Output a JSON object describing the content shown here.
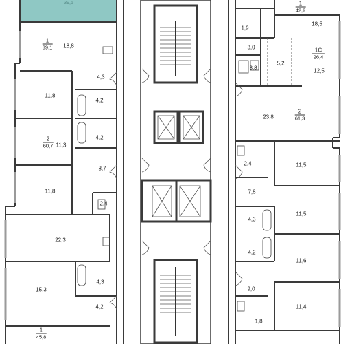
{
  "colors": {
    "wall": "#3a3a3a",
    "highlight": "#8fc8c4",
    "fixture": "#444444",
    "window": "#9a9a9a"
  },
  "apartments": [
    {
      "id": "a1",
      "rooms": "1",
      "area": "39,1"
    },
    {
      "id": "a2",
      "rooms": "2",
      "area": "60,7"
    },
    {
      "id": "a3",
      "rooms": "1",
      "area": "45,8"
    },
    {
      "id": "a4",
      "rooms": "1",
      "area": "42,9"
    },
    {
      "id": "a5",
      "rooms": "1С",
      "area": "26,4"
    },
    {
      "id": "a6",
      "rooms": "2",
      "area": "61,3"
    }
  ],
  "highlighted_area": "39,6",
  "rooms": {
    "r1": "18,8",
    "r2": "4,3",
    "r3": "11,8",
    "r4": "4,2",
    "r5": "11,3",
    "r6": "4,2",
    "r7": "8,7",
    "r8": "11,8",
    "r9": "2,4",
    "r10": "22,3",
    "r11": "15,3",
    "r12": "4,3",
    "r13": "4,2",
    "r14": "18,5",
    "r15": "1,9",
    "r16": "3,0",
    "r17": "3,8",
    "r18": "5,2",
    "r19": "12,5",
    "r20": "23,8",
    "r21": "2,4",
    "r22": "11,5",
    "r23": "7,8",
    "r24": "11,5",
    "r25": "4,3",
    "r26": "4,2",
    "r27": "11,6",
    "r28": "9,0",
    "r29": "11,4",
    "r30": "1,8"
  }
}
